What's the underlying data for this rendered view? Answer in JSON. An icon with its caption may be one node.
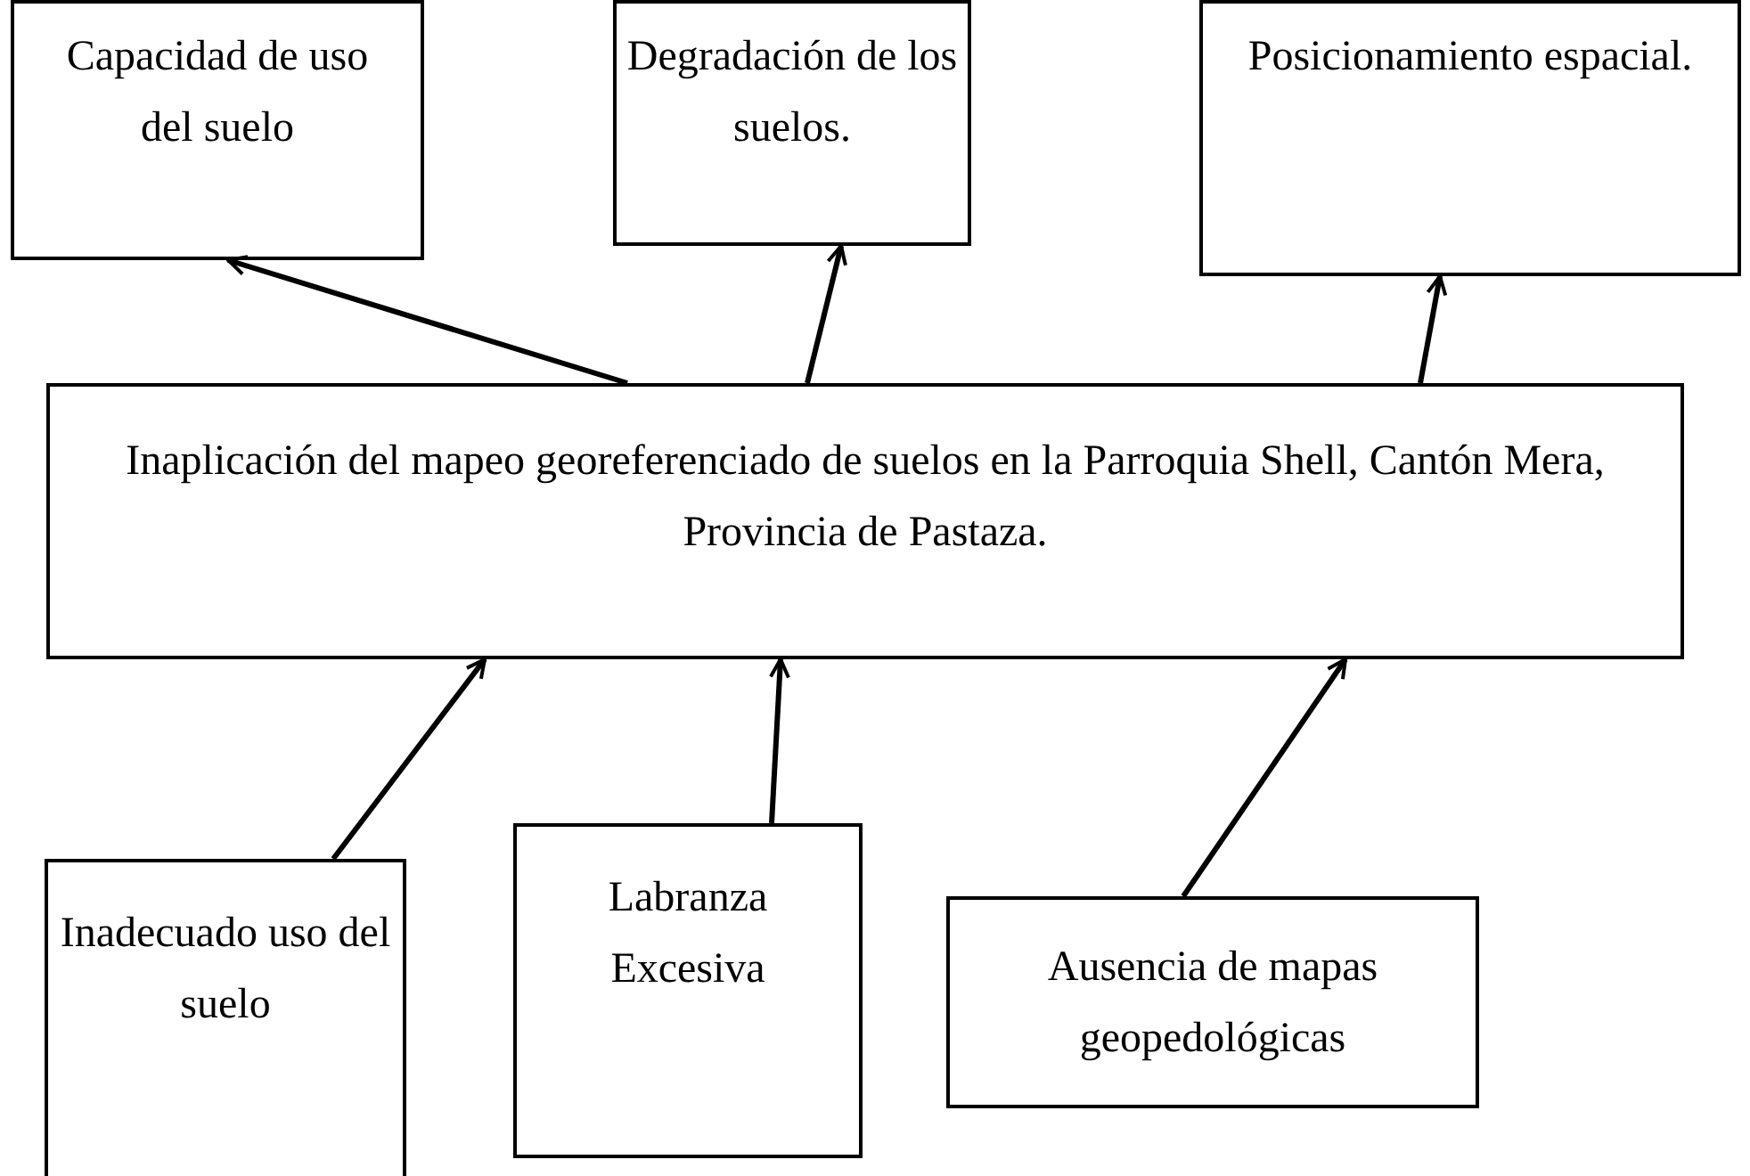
{
  "diagram": {
    "nodes": [
      {
        "text": [
          "Capacidad de uso del suelo"
        ]
      },
      {
        "text": [
          "Degradación de los suelos."
        ]
      },
      {
        "text": [
          "Posicionamiento espacial."
        ]
      },
      {
        "text": [
          "Inaplicación del mapeo georeferenciado de suelos en la Parroquia Shell, Cantón Mera, Provincia de Pastaza."
        ]
      },
      {
        "text": [
          "Inadecuado uso del suelo"
        ]
      },
      {
        "text": [
          "Labranza Excesiva"
        ]
      },
      {
        "text": [
          "Ausencia de mapas geopedológicas"
        ]
      }
    ],
    "edges": [
      {
        "from": 3,
        "to": 0,
        "arrow": "to"
      },
      {
        "from": 3,
        "to": 1,
        "arrow": "to"
      },
      {
        "from": 3,
        "to": 2,
        "arrow": "to"
      },
      {
        "from": 4,
        "to": 3,
        "arrow": "to"
      },
      {
        "from": 5,
        "to": 3,
        "arrow": "to"
      },
      {
        "from": 6,
        "to": 3,
        "arrow": "to"
      }
    ]
  }
}
